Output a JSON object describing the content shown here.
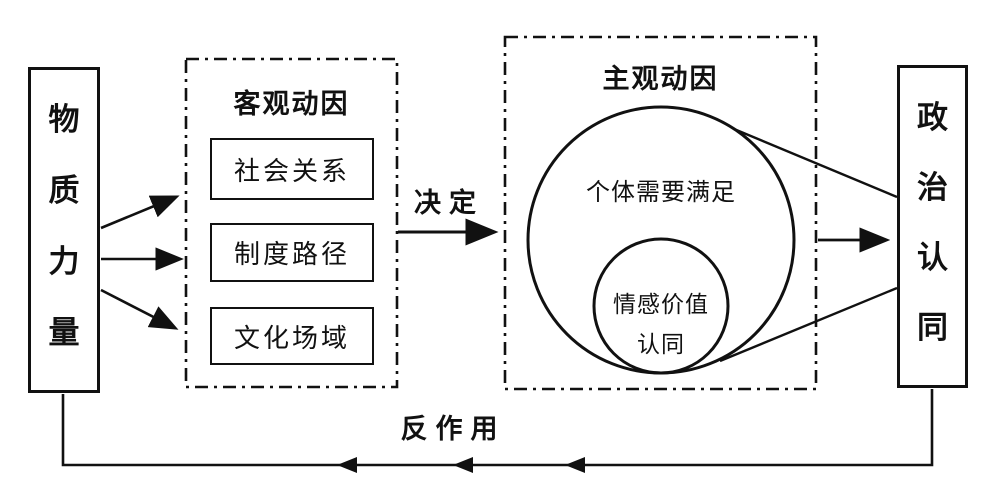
{
  "diagram": {
    "colors": {
      "line": "#111111",
      "background": "#ffffff"
    },
    "left_box": {
      "label": "物质力量",
      "chars": [
        "物",
        "质",
        "力",
        "量"
      ]
    },
    "objective_group": {
      "title": "客观动因",
      "items": [
        {
          "label": "社会关系"
        },
        {
          "label": "制度路径"
        },
        {
          "label": "文化场域"
        }
      ]
    },
    "determine_label": "决定",
    "subjective_group": {
      "title": "主观动因",
      "outer_circle_label": "个体需要满足",
      "inner_circle_label_line1": "情感价值",
      "inner_circle_label_line2": "认同"
    },
    "right_box": {
      "label": "政治认同",
      "chars": [
        "政",
        "治",
        "认",
        "同"
      ]
    },
    "feedback_label": "反作用"
  }
}
